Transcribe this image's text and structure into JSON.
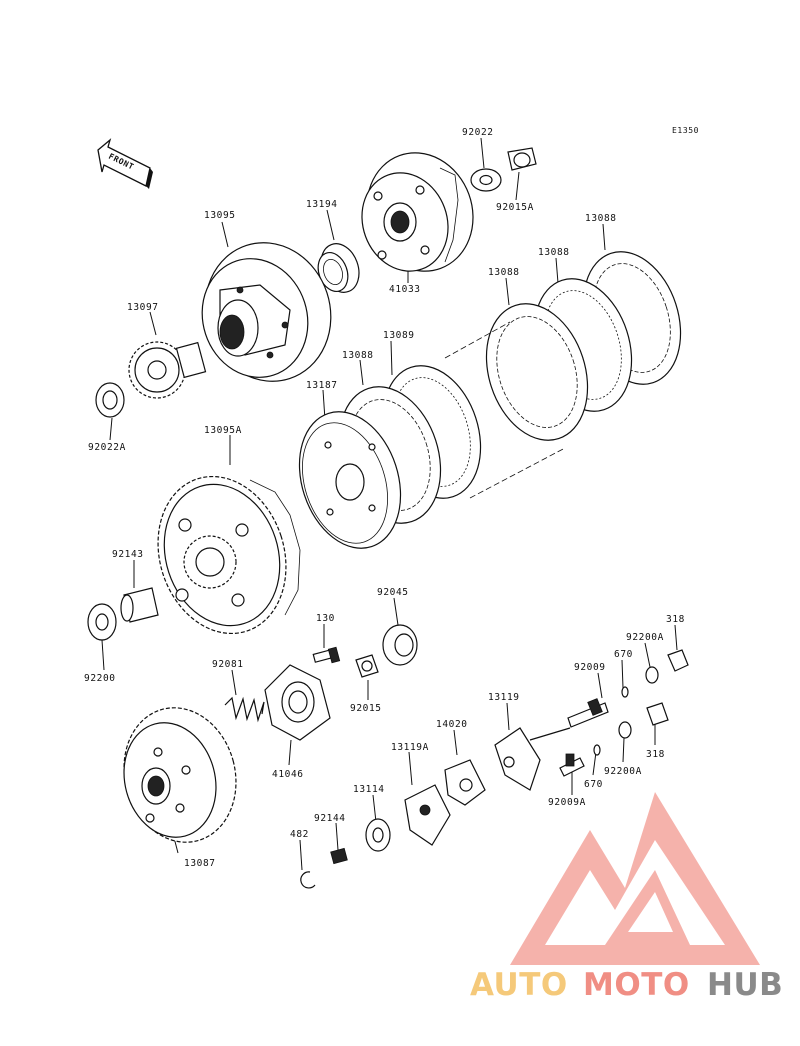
{
  "diagram": {
    "code": "E1350",
    "front_label": "FRONT",
    "labels": {
      "l92022": "92022",
      "l92015A": "92015A",
      "l13095": "13095",
      "l13194": "13194",
      "l41033": "41033",
      "l13088a": "13088",
      "l13088b": "13088",
      "l13088c": "13088",
      "l13088d": "13088",
      "l13097": "13097",
      "l13089": "13089",
      "l13187": "13187",
      "l92022A": "92022A",
      "l13095A": "13095A",
      "l92143": "92143",
      "l92045": "92045",
      "l130": "130",
      "l318a": "318",
      "l92200A_a": "92200A",
      "l670a": "670",
      "l92009": "92009",
      "l92200": "92200",
      "l92081": "92081",
      "l92015": "92015",
      "l13119": "13119",
      "l14020": "14020",
      "l41046": "41046",
      "l13119A": "13119A",
      "l318b": "318",
      "l92200A_b": "92200A",
      "l670b": "670",
      "l92009A": "92009A",
      "l13114": "13114",
      "l92144": "92144",
      "l482": "482",
      "l13087": "13087"
    }
  },
  "watermark": {
    "part1": "AUTO",
    "part2": "MOTO",
    "part3": "HUB",
    "color_auto": "#f5c97a",
    "color_moto": "#f08e84",
    "color_hub": "#8a8a8a"
  }
}
